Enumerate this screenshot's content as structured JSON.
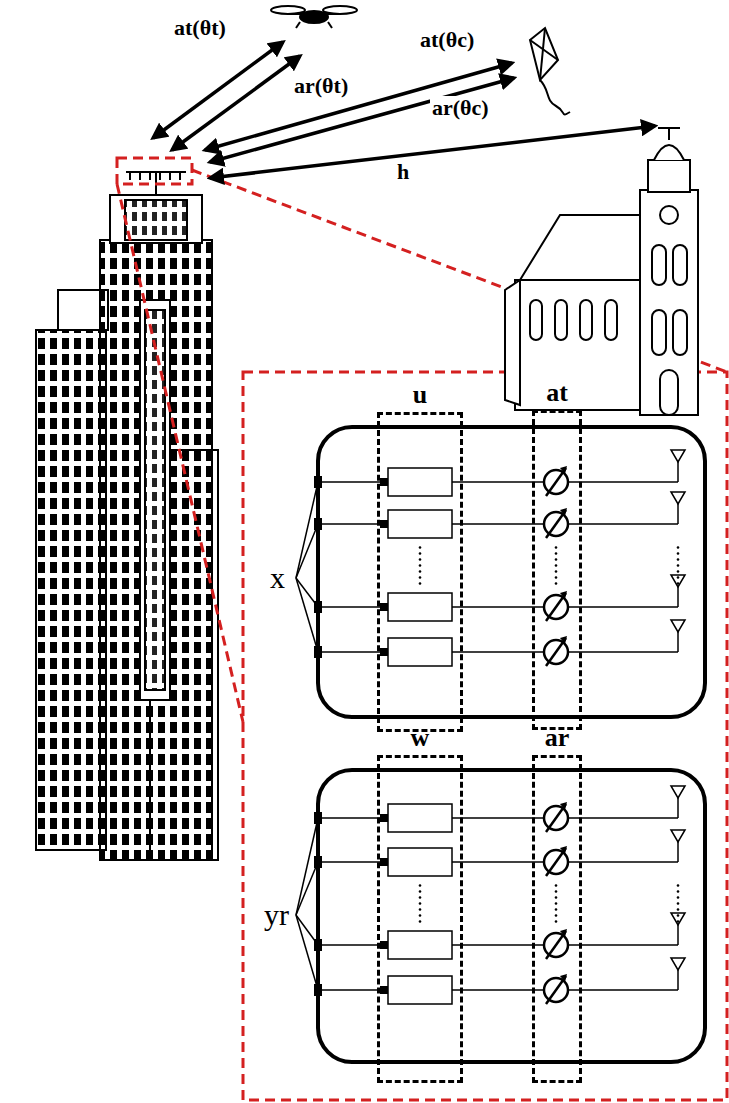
{
  "diagram": {
    "nodes": [
      {
        "text": [
          "u"
        ]
      },
      {
        "text": [
          "at"
        ]
      },
      {
        "text": [
          "w"
        ]
      },
      {
        "text": [
          "ar"
        ]
      }
    ],
    "labels": [
      "at(θt)",
      "ar(θt)",
      "at(θc)",
      "ar(θc)",
      "h",
      "x",
      "yr"
    ]
  }
}
